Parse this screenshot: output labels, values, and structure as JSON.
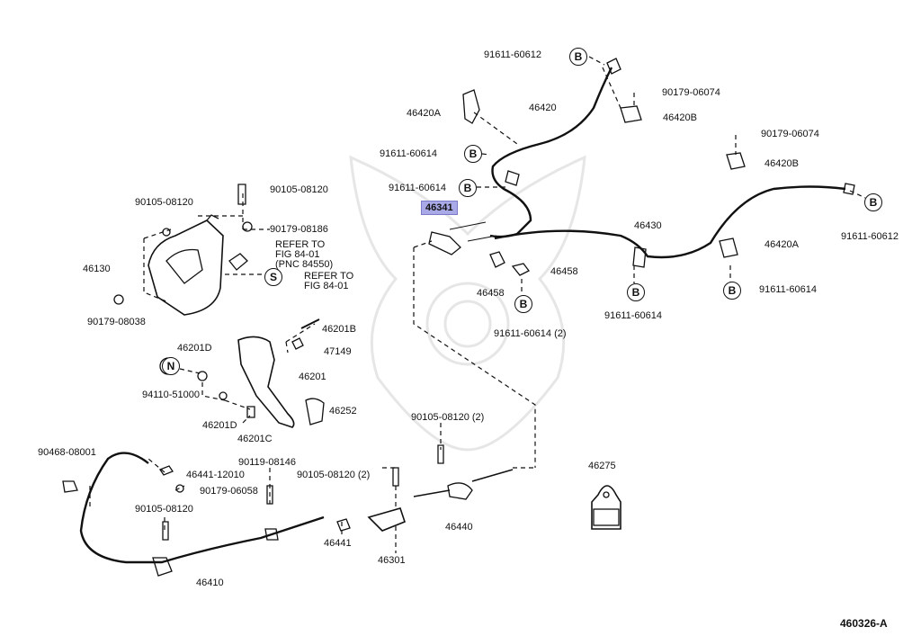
{
  "diagram_code": "460326-A",
  "parts": {
    "p91611_60612_top": "91611-60612",
    "p90179_06074_a": "90179-06074",
    "p46420A_top": "46420A",
    "p46420": "46420",
    "p46420B_top": "46420B",
    "p91611_60614_a": "91611-60614",
    "p90179_06074_b": "90179-06074",
    "p46420B_right": "46420B",
    "p91611_60614_b": "91611-60614",
    "p46341": "46341",
    "p91611_60612_right": "91611-60612",
    "p46430": "46430",
    "p46420A_right": "46420A",
    "p46458_a": "46458",
    "p46458_b": "46458",
    "p91611_60614_c": "91611-60614 (2)",
    "p91611_60614_d": "91611-60614",
    "p91611_60614_e": "91611-60614",
    "p90105_08120_a": "90105-08120",
    "p90105_08120_b": "90105-08120",
    "p90179_08186": "90179-08186",
    "p46130": "46130",
    "refer_to_1": "REFER TO",
    "fig_84_01_a": "FIG 84-01",
    "pnc_84550": "(PNC 84550)",
    "refer_to_2": "REFER TO",
    "fig_84_01_b": "FIG 84-01",
    "p90179_08038": "90179-08038",
    "p46201B": "46201B",
    "p47149": "47149",
    "p46201D_a": "46201D",
    "p46201": "46201",
    "p94110_51000": "94110-51000",
    "p46201D_b": "46201D",
    "p46201C": "46201C",
    "p46252": "46252",
    "p90105_08120_c": "90105-08120 (2)",
    "p90468_08001": "90468-08001",
    "p46441_12010": "46441-12010",
    "p90179_06058": "90179-06058",
    "p90119_08146": "90119-08146",
    "p90105_08120_d": "90105-08120 (2)",
    "p90105_08120_e": "90105-08120",
    "p46441": "46441",
    "p46301": "46301",
    "p46440": "46440",
    "p46275": "46275",
    "p46410": "46410"
  },
  "badges": {
    "B": "B",
    "S": "S",
    "N": "N"
  },
  "colors": {
    "highlight": "#a9a9e8",
    "ink": "#111111"
  }
}
